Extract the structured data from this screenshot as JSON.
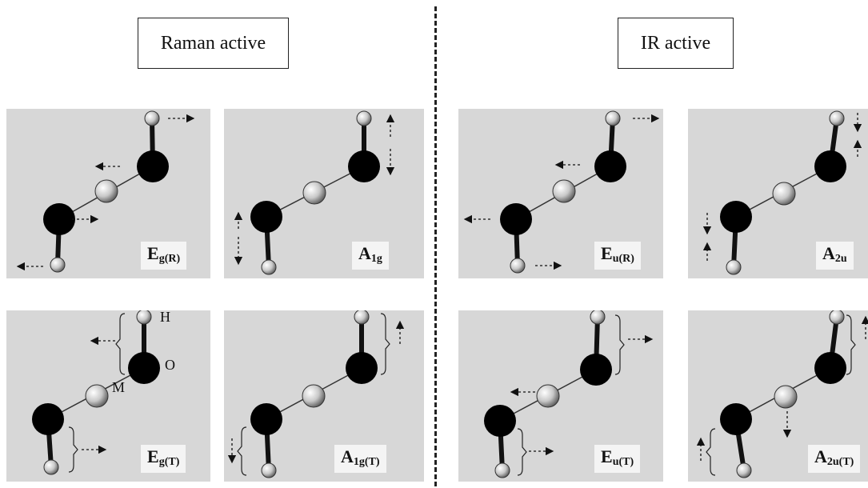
{
  "titles": {
    "raman": "Raman active",
    "ir": "IR active"
  },
  "modes": [
    {
      "id": "eg-r",
      "main": "E",
      "sub": "g(R)"
    },
    {
      "id": "a1g",
      "main": "A",
      "sub": "1g"
    },
    {
      "id": "eu-r",
      "main": "E",
      "sub": "u(R)"
    },
    {
      "id": "a2u",
      "main": "A",
      "sub": "2u"
    },
    {
      "id": "eg-t",
      "main": "E",
      "sub": "g(T)"
    },
    {
      "id": "a1g-t",
      "main": "A",
      "sub": "1g(T)"
    },
    {
      "id": "eu-t",
      "main": "E",
      "sub": "u(T)"
    },
    {
      "id": "a2u-t",
      "main": "A",
      "sub": "2u(T)"
    }
  ],
  "atom_labels": {
    "h": "H",
    "o": "O",
    "m": "M"
  },
  "colors": {
    "panel_bg": "#d7d7d7",
    "label_bg": "#f4f4f4",
    "atom_dark": "#000000",
    "atom_light": "#cfcfcf"
  }
}
